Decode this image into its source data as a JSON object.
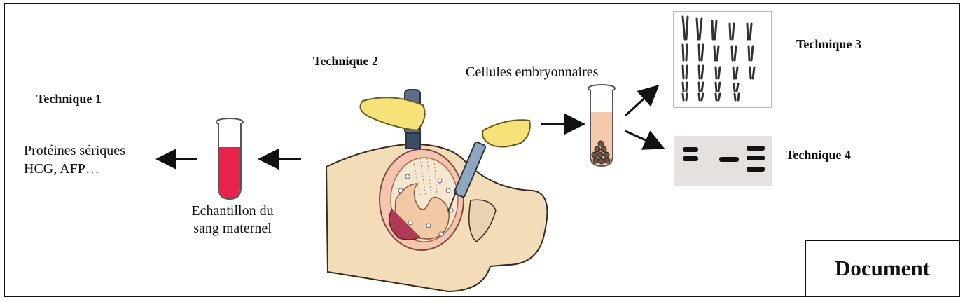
{
  "labels": {
    "technique_1": "Technique 1",
    "technique_2": "Technique 2",
    "technique_3": "Technique 3",
    "technique_4": "Technique 4"
  },
  "technique_1_result": {
    "line1": "Protéines sériques",
    "line2": "HCG, AFP…"
  },
  "blood_sample": {
    "line1": "Echantillon du",
    "line2": "sang maternel"
  },
  "embryo_cells": "Cellules embryonnaires",
  "document_label": "Document",
  "colors": {
    "blood": "#e8234a",
    "cells_tube": "#f6c9ad",
    "skin": "#f3dcb8",
    "glove": "#f7e27a",
    "probe": "#5d6e86",
    "gel": "#e4e1de"
  }
}
